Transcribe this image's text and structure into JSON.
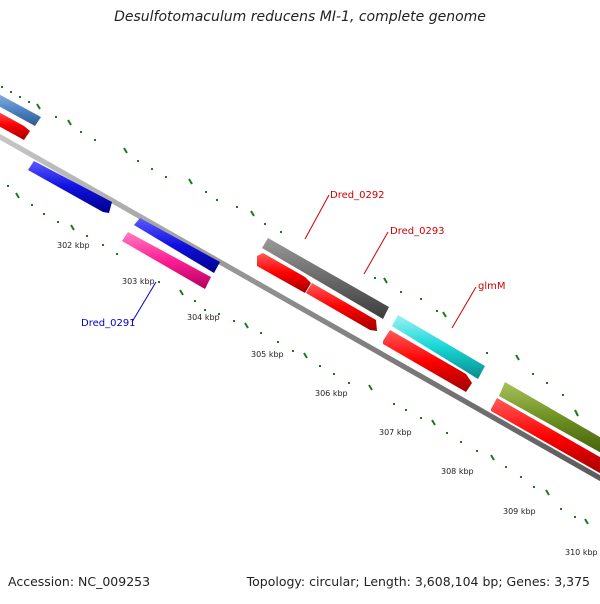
{
  "header": {
    "title": "Desulfotomaculum reducens MI-1, complete genome"
  },
  "footer": {
    "accession": "Accession: NC_009253",
    "summary": "Topology: circular; Length: 3,608,104 bp; Genes: 3,375"
  },
  "scale_ticks": [
    "302 kbp",
    "303 kbp",
    "304 kbp",
    "305 kbp",
    "306 kbp",
    "307 kbp",
    "308 kbp",
    "309 kbp",
    "310 kbp"
  ],
  "gene_labels": [
    "Dred_0292",
    "Dred_0293",
    "glmM",
    "Dred_0291"
  ],
  "colors": {
    "backbone": "#8c8c8c",
    "cds": "#ff0000",
    "tick": "#1a7a1a",
    "label_red": "#cc0000",
    "label_blue": "#0000cc"
  },
  "feature_colors": {
    "steelblue_gene": "#4f86c6",
    "blue_gene": "#1010e0",
    "magenta_gene": "#ff1e96",
    "gray_gene": "#6a6a6a",
    "cyan_gene": "#18d6d6",
    "olive_gene": "#6e8f22"
  }
}
